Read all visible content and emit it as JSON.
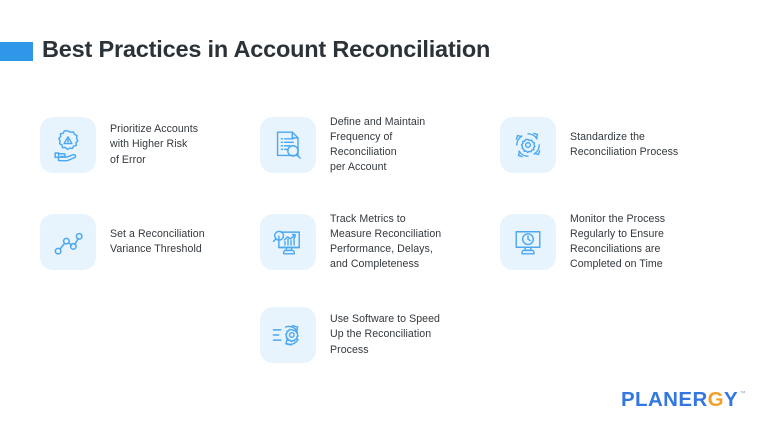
{
  "header": {
    "title": "Best Practices in Account Reconciliation",
    "accent_color": "#2f97e8"
  },
  "theme": {
    "tile_background": "#e8f4fd",
    "icon_stroke": "#4aa8f0",
    "text_color": "#33393e",
    "title_color": "#2c3338",
    "page_background": "#ffffff"
  },
  "items": [
    {
      "icon": "hand-holding-warning-gear-icon",
      "lines": [
        "Prioritize Accounts",
        "with Higher Risk",
        "of Error"
      ]
    },
    {
      "icon": "document-magnifier-icon",
      "lines": [
        "Define and Maintain",
        "Frequency of",
        "Reconciliation",
        "per Account"
      ]
    },
    {
      "icon": "gear-refresh-cycle-icon",
      "lines": [
        "Standardize the",
        "Reconciliation Process"
      ]
    },
    {
      "icon": "line-chart-nodes-icon",
      "lines": [
        "Set a Reconciliation",
        "Variance Threshold"
      ]
    },
    {
      "icon": "monitor-bar-chart-magnifier-icon",
      "lines": [
        "Track Metrics to",
        "Measure Reconciliation",
        "Performance, Delays,",
        "and Completeness"
      ]
    },
    {
      "icon": "monitor-clock-icon",
      "lines": [
        "Monitor the Process",
        "Regularly to Ensure",
        "Reconciliations are",
        "Completed on Time"
      ]
    },
    {
      "icon": "gear-speed-cycle-icon",
      "lines": [
        "Use Software to Speed",
        "Up the Reconciliation",
        "Process"
      ]
    }
  ],
  "logo": {
    "part_a": "PLANER",
    "part_g": "G",
    "part_b": "Y",
    "trademark": "™"
  }
}
